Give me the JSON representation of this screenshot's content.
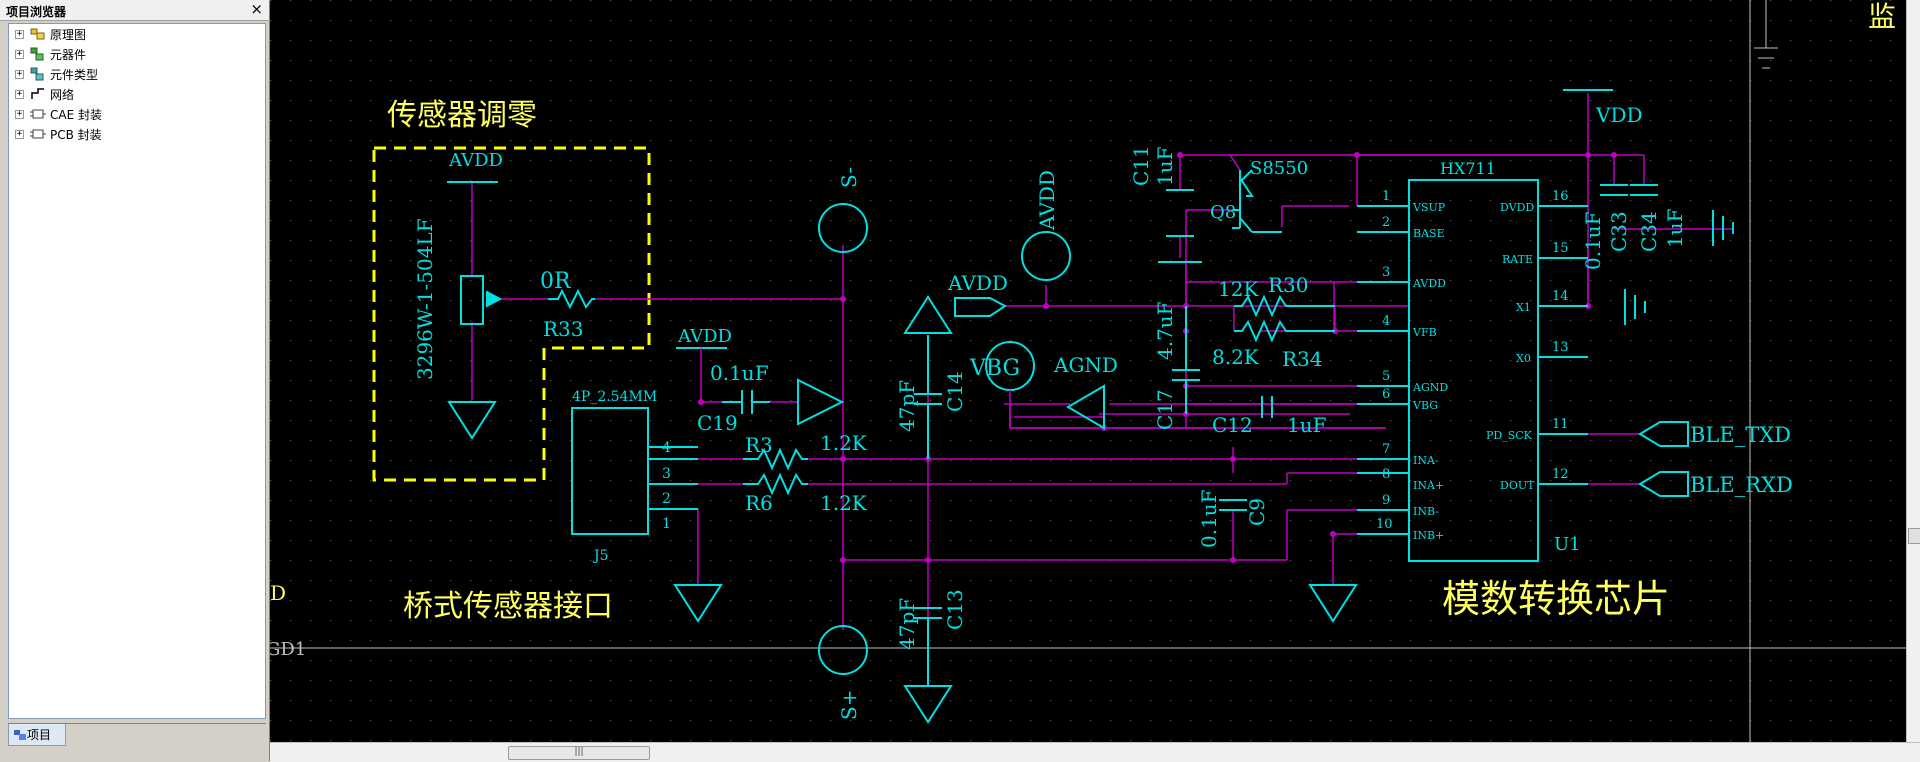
{
  "panel": {
    "title": "项目浏览器",
    "close": "×",
    "tree": [
      {
        "label": "原理图",
        "icon": "schematic-icon"
      },
      {
        "label": "元器件",
        "icon": "components-icon"
      },
      {
        "label": "元件类型",
        "icon": "part-types-icon"
      },
      {
        "label": "网络",
        "icon": "nets-icon"
      },
      {
        "label": "CAE 封装",
        "icon": "cae-decals-icon"
      },
      {
        "label": "PCB 封装",
        "icon": "pcb-decals-icon"
      }
    ],
    "tab": "项目"
  },
  "schematic": {
    "title_top_right": "监",
    "left_edge_1": "D",
    "left_edge_2": "GD1",
    "zero_group_title": "传感器调零",
    "bridge_title": "桥式传感器接口",
    "adc_title": "模数转换芯片",
    "avdd": "AVDD",
    "avdd_port": "AVDD",
    "vdd": "VDD",
    "vbg": "VBG",
    "agnd": "AGND",
    "pot": "3296W-1-504LF",
    "r33_val": "0R",
    "r33": "R33",
    "c19_val": "0.1uF",
    "c19": "C19",
    "j5_type": "4P_2.54MM",
    "j5": "J5",
    "j5_pins": [
      "4",
      "3",
      "2",
      "1"
    ],
    "r3": "R3",
    "r3_val": "1.2K",
    "r6": "R6",
    "r6_val": "1.2K",
    "s_minus": "S-",
    "s_plus": "S+",
    "c14_val": "47pF",
    "c14": "C14",
    "c13_val": "47pF",
    "c13": "C13",
    "c11": "C11",
    "c11_val": "1uF",
    "q8": "Q8",
    "q8_type": "S8550",
    "r30_val": "12K",
    "r30": "R30",
    "r34_val": "8.2K",
    "r34": "R34",
    "c17_val": "4.7uF",
    "c17": "C17",
    "c12": "C12",
    "c12_val": "1uF",
    "c9_val": "0.1uF",
    "c9": "C9",
    "c33_val": "0.1uF",
    "c33": "C33",
    "c34": "C34",
    "c34_val": "1uF",
    "u1_name": "HX711",
    "u1": "U1",
    "left_pins": [
      {
        "num": "1",
        "name": "VSUP"
      },
      {
        "num": "2",
        "name": "BASE"
      },
      {
        "num": "3",
        "name": "AVDD"
      },
      {
        "num": "4",
        "name": "VFB"
      },
      {
        "num": "5",
        "name": "AGND"
      },
      {
        "num": "6",
        "name": "VBG"
      },
      {
        "num": "7",
        "name": "INA-"
      },
      {
        "num": "8",
        "name": "INA+"
      },
      {
        "num": "9",
        "name": "INB-"
      },
      {
        "num": "10",
        "name": "INB+"
      }
    ],
    "right_pins": [
      {
        "num": "16",
        "name": "DVDD"
      },
      {
        "num": "15",
        "name": "RATE"
      },
      {
        "num": "14",
        "name": "X1"
      },
      {
        "num": "13",
        "name": "X0"
      },
      {
        "num": "11",
        "name": "PD_SCK"
      },
      {
        "num": "12",
        "name": "DOUT"
      }
    ],
    "ble_txd": "BLE_TXD",
    "ble_rxd": "BLE_RXD"
  },
  "scroll": {
    "grip": "|||"
  },
  "colors": {
    "wire": "#c000c0",
    "component": "#00e0e0",
    "title": "#ffff60",
    "dashed": "#ffff00",
    "canvas": "#000000"
  }
}
